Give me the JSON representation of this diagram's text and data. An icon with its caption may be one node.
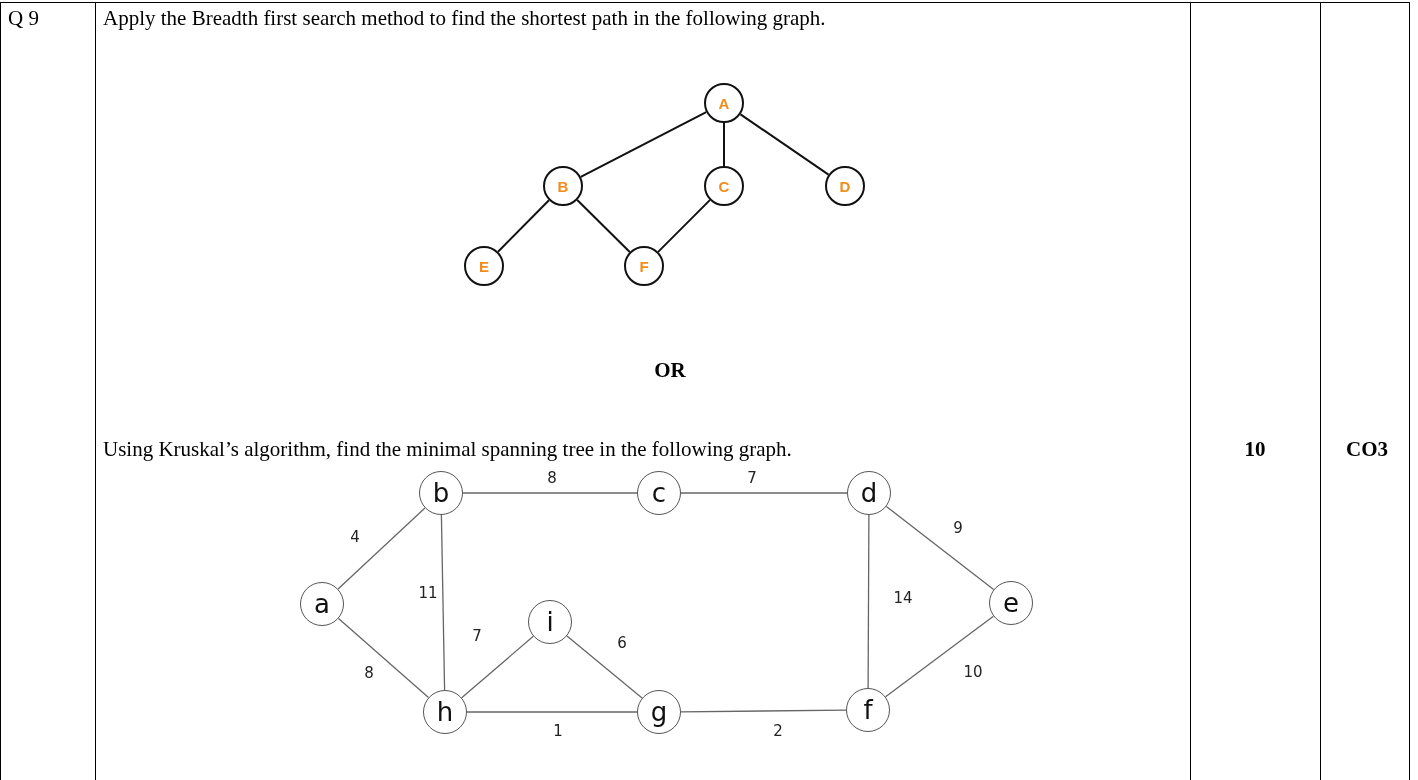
{
  "diagram": {
    "nodes": [
      {
        "text": [
          "A"
        ]
      },
      {
        "text": [
          "B"
        ]
      },
      {
        "text": [
          "C"
        ]
      },
      {
        "text": [
          "D"
        ]
      },
      {
        "text": [
          "E"
        ]
      },
      {
        "text": [
          "F"
        ]
      },
      {
        "text": [
          "b"
        ]
      },
      {
        "text": [
          "c"
        ]
      },
      {
        "text": [
          "d"
        ]
      },
      {
        "text": [
          "a"
        ]
      },
      {
        "text": [
          "i"
        ]
      },
      {
        "text": [
          "e"
        ]
      },
      {
        "text": [
          "h"
        ]
      },
      {
        "text": [
          "g"
        ]
      },
      {
        "text": [
          "f"
        ]
      }
    ],
    "edges": [
      {
        "from": 0,
        "to": 1,
        "arrow": "none"
      },
      {
        "from": 0,
        "to": 2,
        "arrow": "none"
      },
      {
        "from": 0,
        "to": 3,
        "arrow": "none"
      },
      {
        "from": 1,
        "to": 4,
        "arrow": "none"
      },
      {
        "from": 1,
        "to": 5,
        "arrow": "none"
      },
      {
        "from": 2,
        "to": 5,
        "arrow": "none"
      },
      {
        "from": 9,
        "to": 6,
        "arrow": "none",
        "label": "4"
      },
      {
        "from": 6,
        "to": 7,
        "arrow": "none",
        "label": "8"
      },
      {
        "from": 7,
        "to": 8,
        "arrow": "none",
        "label": "7"
      },
      {
        "from": 8,
        "to": 11,
        "arrow": "none",
        "label": "9"
      },
      {
        "from": 9,
        "to": 12,
        "arrow": "none",
        "label": "8"
      },
      {
        "from": 6,
        "to": 12,
        "arrow": "none",
        "label": "11"
      },
      {
        "from": 12,
        "to": 10,
        "arrow": "none",
        "label": "7"
      },
      {
        "from": 10,
        "to": 13,
        "arrow": "none",
        "label": "6"
      },
      {
        "from": 12,
        "to": 13,
        "arrow": "none",
        "label": "1"
      },
      {
        "from": 13,
        "to": 14,
        "arrow": "none",
        "label": "2"
      },
      {
        "from": 8,
        "to": 14,
        "arrow": "none",
        "label": "14"
      },
      {
        "from": 14,
        "to": 11,
        "arrow": "none",
        "label": "10"
      }
    ],
    "labels": [
      "Q 9",
      "Apply the Breadth first search method to find the shortest path in the following graph.",
      "OR",
      "Using Kruskal’s algorithm, find the minimal spanning tree in the following graph.",
      "10",
      "CO3"
    ]
  }
}
